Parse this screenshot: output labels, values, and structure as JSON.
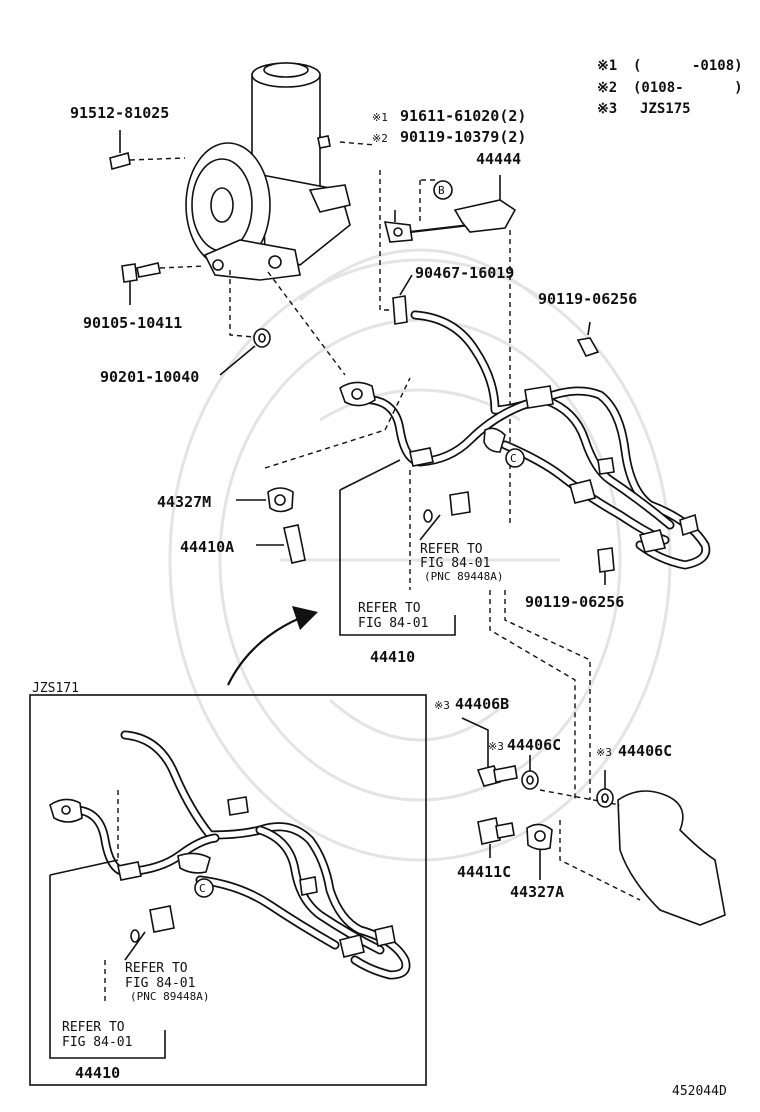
{
  "legend": {
    "note1": {
      "mark": "※1",
      "range": "(      -0108)"
    },
    "note2": {
      "mark": "※2",
      "range": "(0108-      )"
    },
    "note3": {
      "mark": "※3",
      "range": "JZS175"
    }
  },
  "parts": {
    "p91512": "91512-81025",
    "p91611": "91611-61020(2)",
    "p90119a": "90119-10379(2)",
    "p44444": "44444",
    "p90467": "90467-16019",
    "p90119b": "90119-06256",
    "p90105": "90105-10411",
    "p90201": "90201-10040",
    "p44327m": "44327M",
    "p44410a": "44410A",
    "p90119c": "90119-06256",
    "p44410": "44410",
    "p44406b": "44406B",
    "p44406c1": "44406C",
    "p44406c2": "44406C",
    "p44411c": "44411C",
    "p44327a": "44327A",
    "p44410inset": "44410"
  },
  "marks": {
    "m1": "※1",
    "m2": "※2",
    "m3a": "※3",
    "m3b": "※3",
    "m3c": "※3"
  },
  "refs": {
    "refer1": {
      "l1": "REFER TO",
      "l2": "FIG 84-01",
      "l3": "(PNC 89448A)"
    },
    "refer2": {
      "l1": "REFER TO",
      "l2": "FIG 84-01"
    },
    "refer3": {
      "l1": "REFER TO",
      "l2": "FIG 84-01",
      "l3": "(PNC 89448A)"
    },
    "refer4": {
      "l1": "REFER TO",
      "l2": "FIG 84-01"
    }
  },
  "callouts": {
    "b": "B",
    "c1": "C",
    "c2": "C"
  },
  "inset_label": "JZS171",
  "figure_code": "452044D"
}
